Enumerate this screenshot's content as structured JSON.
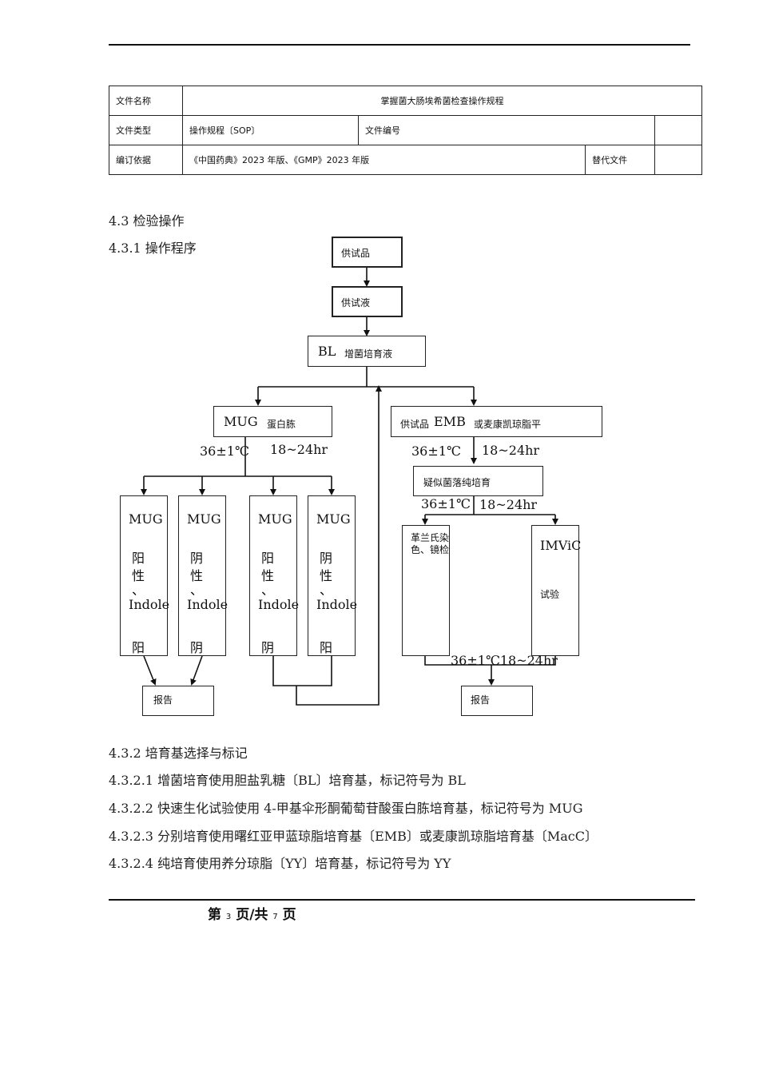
{
  "header_table": {
    "doc_name_label": "文件名称",
    "doc_name_value": "掌握菌大肠埃希菌检查操作规程",
    "doc_type_label": "文件类型",
    "doc_type_value": "操作规程〔SOP〕",
    "doc_no_label": "文件编号",
    "doc_no_value": "",
    "basis_label": "编订依据",
    "basis_value": "《中国药典》2023 年版、《GMP》2023 年版",
    "replace_label": "替代文件",
    "replace_value": ""
  },
  "sections": {
    "s43": "4.3 检验操作",
    "s431": "4.3.1 操作程序",
    "s432": "4.3.2 培育基选择与标记",
    "s4321": "4.3.2.1 增菌培育使用胆盐乳糖〔BL〕培育基，标记符号为 BL",
    "s4322": "4.3.2.2 快速生化试验使用  4-甲基伞形酮葡萄苷酸蛋白胨培育基，标记符号为  MUG",
    "s4323": "4.3.2.3 分别培育使用曙红亚甲蓝琼脂培育基〔EMB〕或麦康凯琼脂培育基〔MacC〕",
    "s4324": "4.3.2.4 纯培育使用养分琼脂〔YY〕培育基，标记符号为 YY"
  },
  "flow": {
    "sample": "供试品",
    "solution": "供试液",
    "bl_big": "BL",
    "bl_small": "增菌培育液",
    "mug_big": "MUG",
    "mug_small": "蛋白胨",
    "emb_pre": "供试品",
    "emb_big": "EMB",
    "emb_post": "或麦康凯琼脂平",
    "temp": "36±1℃",
    "time": "18~24hr",
    "pure": "疑似菌落纯培育",
    "gram": "革兰氏染色、镜检",
    "imvic": "IMViC",
    "imvic_test": "试验",
    "report": "报告",
    "results": [
      {
        "a": "MUG",
        "b": "阳",
        "c": "性",
        "d": "、",
        "e": "Indole",
        "f": "阳"
      },
      {
        "a": "MUG",
        "b": "阴",
        "c": "性",
        "d": "、",
        "e": "Indole",
        "f": "阴"
      },
      {
        "a": "MUG",
        "b": "阳",
        "c": "性",
        "d": "、",
        "e": "Indole",
        "f": "阴"
      },
      {
        "a": "MUG",
        "b": "阴",
        "c": "性",
        "d": "、",
        "e": "Indole",
        "f": "阳"
      }
    ],
    "bottom_cond": "36±1℃18~24hr"
  },
  "footer": {
    "di": "第",
    "page": "3",
    "mid": "页/共",
    "total": "7",
    "end": "页"
  }
}
